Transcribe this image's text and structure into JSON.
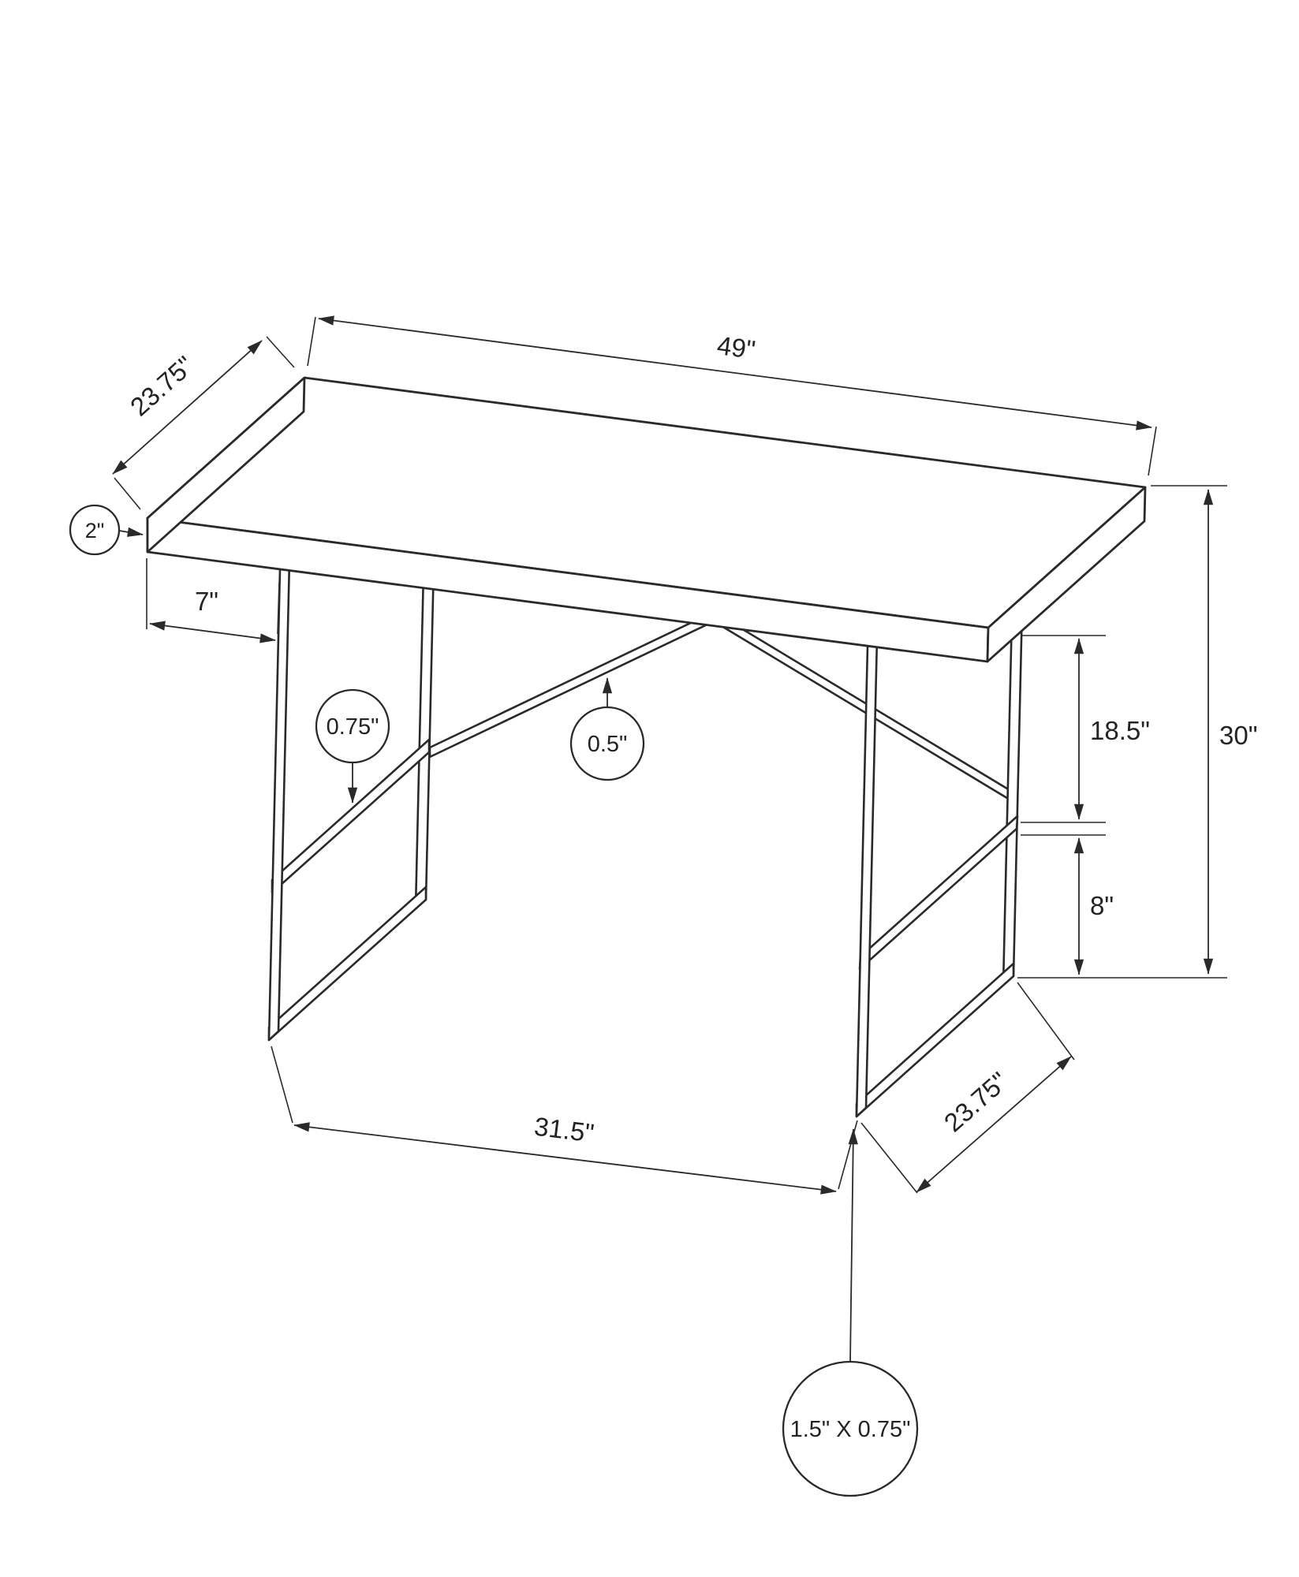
{
  "colors": {
    "line": "#2a2a2a",
    "background": "#ffffff"
  },
  "labels": {
    "top_width": "49\"",
    "top_depth": "23.75\"",
    "top_thickness": "2\"",
    "side_inset": "7\"",
    "shelf_thickness": "0.75\"",
    "brace_thickness": "0.5\"",
    "upper_opening": "18.5\"",
    "overall_height": "30\"",
    "lower_opening": "8\"",
    "inner_span": "31.5\"",
    "leg_depth": "23.75\"",
    "leg_profile": "1.5\" X 0.75\""
  }
}
